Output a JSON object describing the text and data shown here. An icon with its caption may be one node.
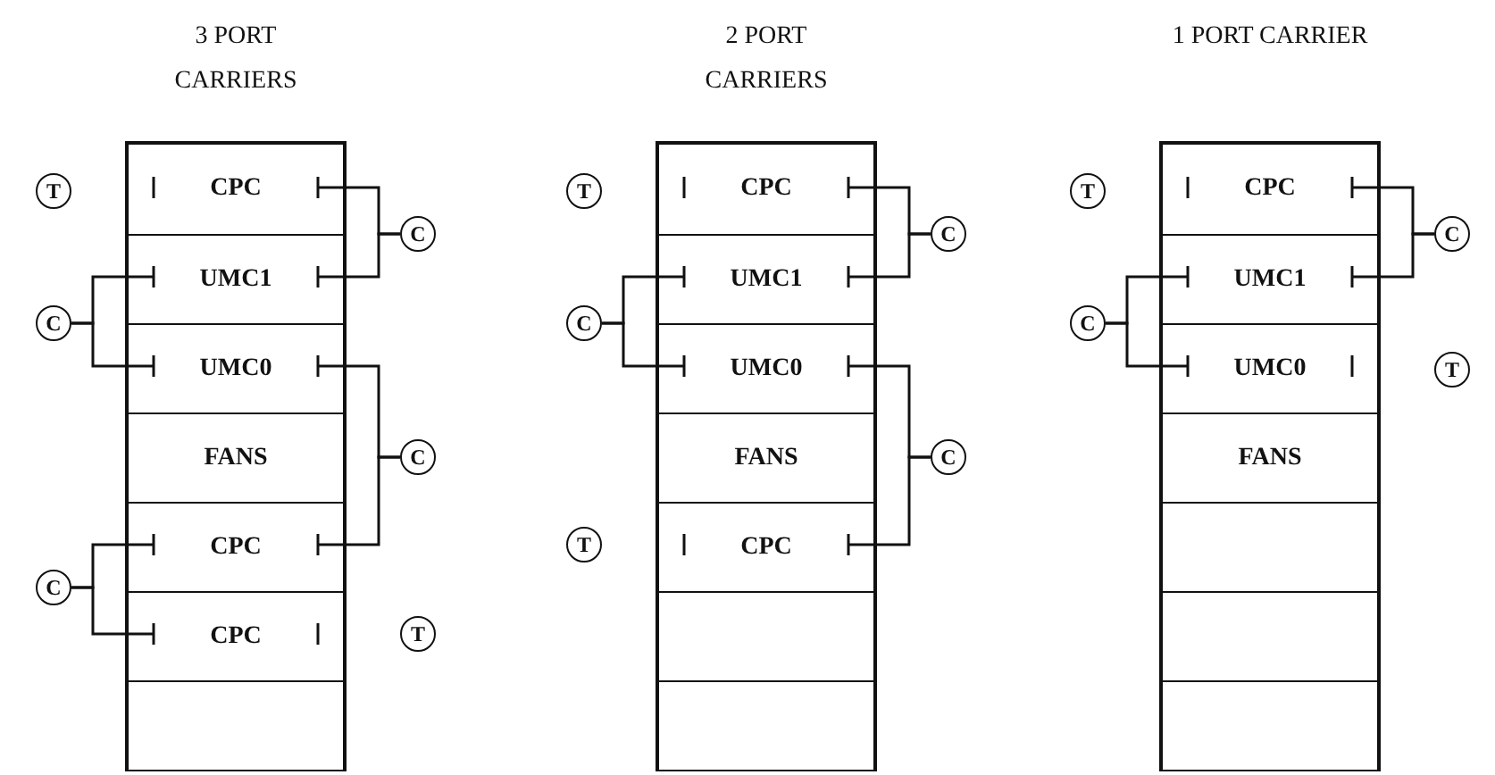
{
  "diagram": {
    "nodes": [
      {
        "text": [
          "3 PORT CARRIERS"
        ]
      },
      {
        "text": [
          "CPC"
        ],
        "in": 0
      },
      {
        "text": [
          "UMC1"
        ],
        "in": 0
      },
      {
        "text": [
          "UMC0"
        ],
        "in": 0
      },
      {
        "text": [
          "FANS"
        ],
        "in": 0
      },
      {
        "text": [
          "CPC"
        ],
        "in": 0
      },
      {
        "text": [
          "CPC"
        ],
        "in": 0
      },
      {
        "text": [],
        "shape": "box",
        "in": 0
      },
      {
        "text": [
          "T"
        ]
      },
      {
        "text": [
          "C"
        ]
      },
      {
        "text": [
          "C"
        ]
      },
      {
        "text": [
          "C"
        ]
      },
      {
        "text": [
          "C"
        ]
      },
      {
        "text": [
          "T"
        ]
      },
      {
        "text": [
          "2 PORT CARRIERS"
        ]
      },
      {
        "text": [
          "CPC"
        ],
        "in": 14
      },
      {
        "text": [
          "UMC1"
        ],
        "in": 14
      },
      {
        "text": [
          "UMC0"
        ],
        "in": 14
      },
      {
        "text": [
          "FANS"
        ],
        "in": 14
      },
      {
        "text": [
          "CPC"
        ],
        "in": 14
      },
      {
        "text": [],
        "shape": "box",
        "in": 14
      },
      {
        "text": [],
        "shape": "box",
        "in": 14
      },
      {
        "text": [
          "T"
        ]
      },
      {
        "text": [
          "C"
        ]
      },
      {
        "text": [
          "C"
        ]
      },
      {
        "text": [
          "C"
        ]
      },
      {
        "text": [
          "T"
        ]
      },
      {
        "text": [
          "1 PORT CARRIER"
        ]
      },
      {
        "text": [
          "CPC"
        ],
        "in": 27
      },
      {
        "text": [
          "UMC1"
        ],
        "in": 27
      },
      {
        "text": [
          "UMC0"
        ],
        "in": 27
      },
      {
        "text": [
          "FANS"
        ],
        "in": 27
      },
      {
        "text": [],
        "shape": "box",
        "in": 27
      },
      {
        "text": [],
        "shape": "box",
        "in": 27
      },
      {
        "text": [],
        "shape": "box",
        "in": 27
      },
      {
        "text": [
          "T"
        ]
      },
      {
        "text": [
          "C"
        ]
      },
      {
        "text": [
          "C"
        ]
      },
      {
        "text": [
          "T"
        ]
      }
    ],
    "edges": [
      {
        "from": 9,
        "to": 1,
        "arrow": "none"
      },
      {
        "from": 9,
        "to": 2,
        "arrow": "none"
      },
      {
        "from": 10,
        "to": 2,
        "arrow": "none"
      },
      {
        "from": 10,
        "to": 3,
        "arrow": "none"
      },
      {
        "from": 11,
        "to": 3,
        "arrow": "none"
      },
      {
        "from": 11,
        "to": 5,
        "arrow": "none"
      },
      {
        "from": 12,
        "to": 5,
        "arrow": "none"
      },
      {
        "from": 12,
        "to": 6,
        "arrow": "none"
      },
      {
        "from": 23,
        "to": 15,
        "arrow": "none"
      },
      {
        "from": 23,
        "to": 16,
        "arrow": "none"
      },
      {
        "from": 24,
        "to": 16,
        "arrow": "none"
      },
      {
        "from": 24,
        "to": 17,
        "arrow": "none"
      },
      {
        "from": 25,
        "to": 17,
        "arrow": "none"
      },
      {
        "from": 25,
        "to": 19,
        "arrow": "none"
      },
      {
        "from": 36,
        "to": 28,
        "arrow": "none"
      },
      {
        "from": 36,
        "to": 29,
        "arrow": "none"
      },
      {
        "from": 37,
        "to": 29,
        "arrow": "none"
      },
      {
        "from": 37,
        "to": 30,
        "arrow": "none"
      }
    ]
  }
}
